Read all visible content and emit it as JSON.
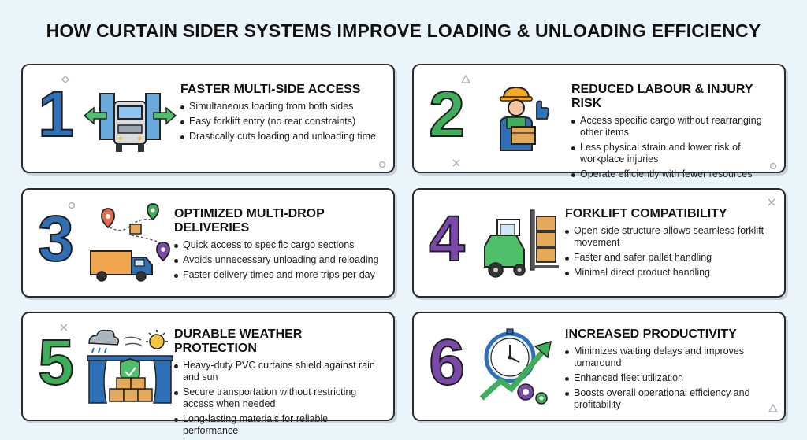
{
  "title": "HOW CURTAIN SIDER SYSTEMS IMPROVE LOADING & UNLOADING EFFICIENCY",
  "cards": [
    {
      "number": "1",
      "heading": "FASTER MULTI-SIDE ACCESS",
      "bullets": [
        "Simultaneous loading from both sides",
        "Easy forklift entry (no rear constraints)",
        "Drastically cuts loading and unloading time"
      ],
      "number_color": "#2f6fb6",
      "icon": "truck-double-arrow-icon"
    },
    {
      "number": "2",
      "heading": "REDUCED LABOUR & INJURY RISK",
      "bullets": [
        "Access specific cargo without rearranging other items",
        "Less physical strain and lower risk of workplace injuries",
        "Operate efficiently with fewer resources"
      ],
      "number_color": "#3fae5a",
      "icon": "worker-box-icon"
    },
    {
      "number": "3",
      "heading": "OPTIMIZED MULTI-DROP DELIVERIES",
      "bullets": [
        "Quick access to specific cargo sections",
        "Avoids unnecessary unloading and reloading",
        "Faster delivery times and more trips per day"
      ],
      "number_color": "#2f6fb6",
      "icon": "route-truck-icon"
    },
    {
      "number": "4",
      "heading": "FORKLIFT COMPATIBILITY",
      "bullets": [
        "Open-side structure allows seamless forklift movement",
        "Faster and safer pallet handling",
        "Minimal direct product handling"
      ],
      "number_color": "#7b4aa8",
      "icon": "forklift-icon"
    },
    {
      "number": "5",
      "heading": "DURABLE WEATHER PROTECTION",
      "bullets": [
        "Heavy-duty PVC curtains shield against rain and sun",
        "Secure transportation without restricting access when needed",
        "Long-lasting materials for reliable performance"
      ],
      "number_color": "#3fae5a",
      "icon": "curtain-shield-icon"
    },
    {
      "number": "6",
      "heading": "INCREASED PRODUCTIVITY",
      "bullets": [
        "Minimizes waiting delays and improves turnaround",
        "Enhanced fleet utilization",
        "Boosts overall operational efficiency and profitability"
      ],
      "number_color": "#7b4aa8",
      "icon": "clock-growth-icon"
    }
  ]
}
